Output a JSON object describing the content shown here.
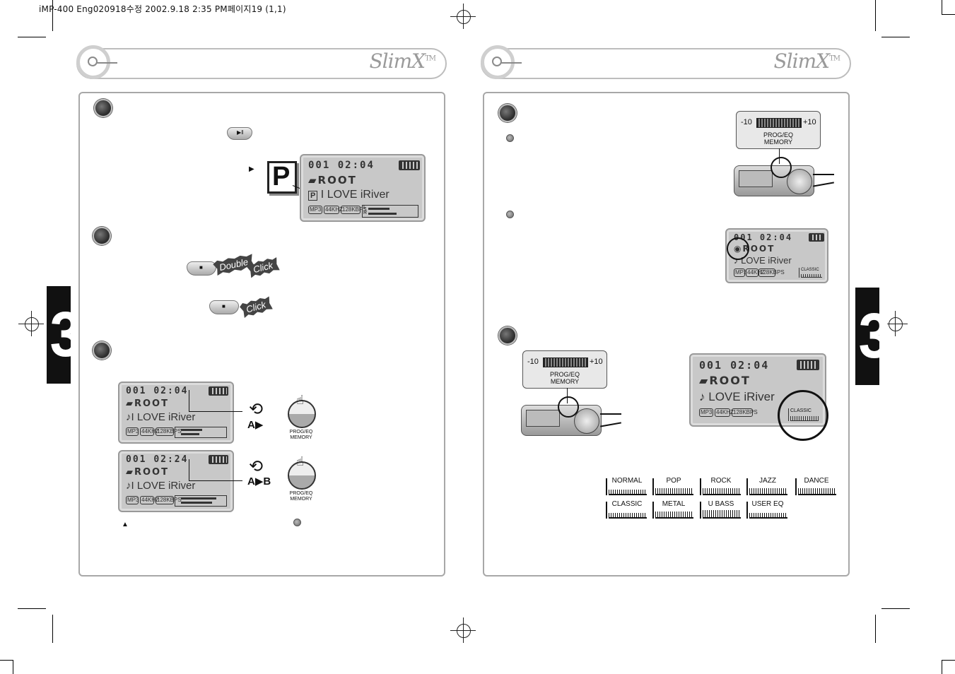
{
  "header": {
    "file_label": "iMP-400 Eng020918수정  2002.9.18 2:35 PM페이지19 (1,1)"
  },
  "brand": {
    "name": "SlimX",
    "tm": "TM"
  },
  "chapter": {
    "number": "3"
  },
  "lcd_program": {
    "track": "001",
    "time": "02:04",
    "folder": "ROOT",
    "title": "I LOVE iRiver",
    "mode_letter": "P",
    "chips": [
      "MP3",
      "44KHZ",
      "128KBPS"
    ],
    "meter_l": "L",
    "meter_r": "R"
  },
  "big_p": "P",
  "bursts": {
    "double": "Double",
    "click1": "Click",
    "click2": "Click"
  },
  "lcd_repeat_a": {
    "track": "001",
    "time": "02:04",
    "folder": "ROOT",
    "title": "I LOVE iRiver",
    "chips": [
      "MP3",
      "44KHZ",
      "128KBPS"
    ],
    "label": "A",
    "arrow": "▶"
  },
  "lcd_repeat_ab": {
    "track": "001",
    "time": "02:24",
    "folder": "ROOT",
    "title": "I LOVE iRiver",
    "chips": [
      "MP3",
      "44KHZ",
      "128KBPS"
    ],
    "label_a": "A",
    "label_b": "B",
    "arrow": "▶"
  },
  "prog_button": {
    "caption1": "PROG/EQ",
    "caption2": "MEMORY"
  },
  "eq_scale": {
    "min": "-10",
    "max": "+10",
    "caption1": "PROG/EQ",
    "caption2": "MEMORY"
  },
  "lcd_eq_small": {
    "track": "001",
    "time": "02:04",
    "folder": "ROOT",
    "title": "LOVE iRiver",
    "chips": [
      "MP3",
      "44KHZ",
      "128KBPS"
    ],
    "eq_name": "CLASSIC"
  },
  "lcd_eq_big": {
    "track": "001",
    "time": "02:04",
    "folder": "ROOT",
    "title": "LOVE iRiver",
    "chips": [
      "MP3",
      "44KHZ",
      "128KBPS"
    ],
    "eq_name": "CLASSIC"
  },
  "eq_presets": [
    "NORMAL",
    "POP",
    "ROCK",
    "JAZZ",
    "DANCE",
    "CLASSIC",
    "METAL",
    "U BASS",
    "USER EQ"
  ]
}
